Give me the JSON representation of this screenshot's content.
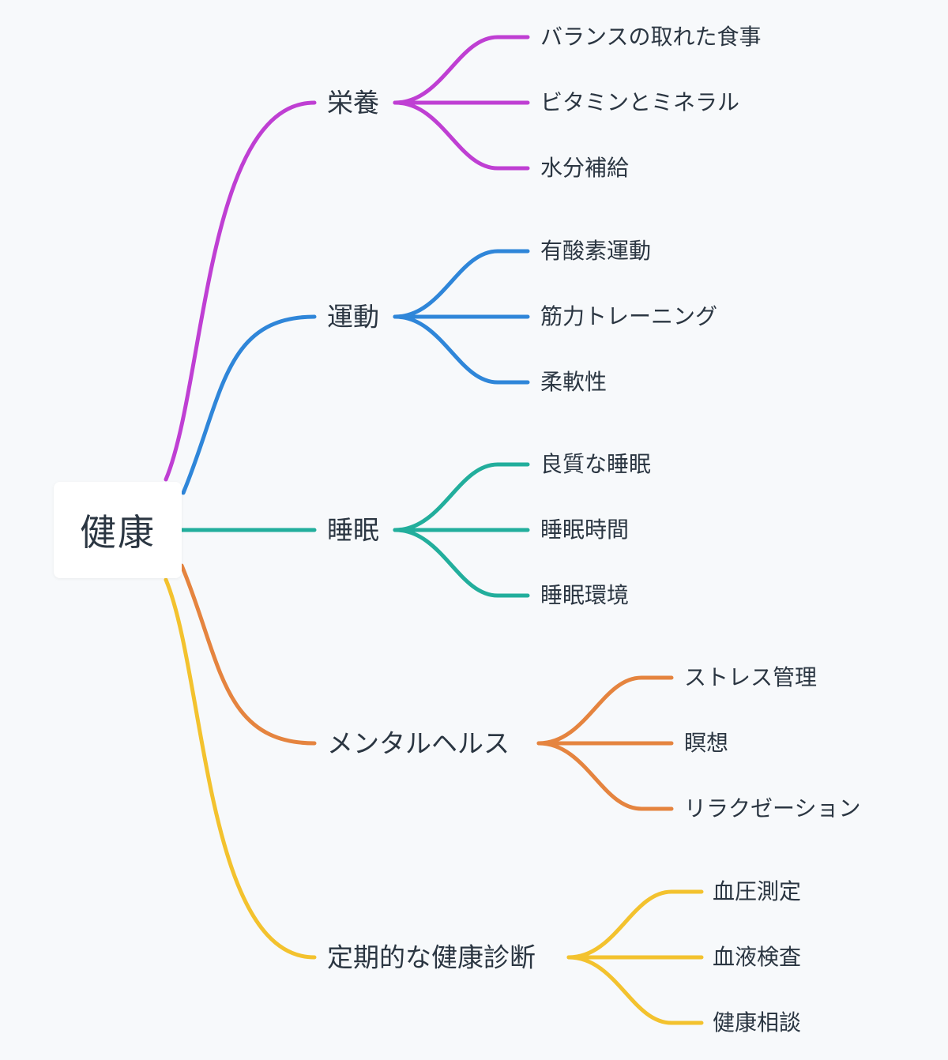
{
  "mindmap": {
    "root": "健康",
    "branches": [
      {
        "label": "栄養",
        "color": "#bf3fd3",
        "children": [
          "バランスの取れた食事",
          "ビタミンとミネラル",
          "水分補給"
        ]
      },
      {
        "label": "運動",
        "color": "#2f86d9",
        "children": [
          "有酸素運動",
          "筋力トレーニング",
          "柔軟性"
        ]
      },
      {
        "label": "睡眠",
        "color": "#22ae9c",
        "children": [
          "良質な睡眠",
          "睡眠時間",
          "睡眠環境"
        ]
      },
      {
        "label": "メンタルヘルス",
        "color": "#e5843f",
        "children": [
          "ストレス管理",
          "瞑想",
          "リラクゼーション"
        ]
      },
      {
        "label": "定期的な健康診断",
        "color": "#f3c22e",
        "children": [
          "血圧測定",
          "血液検査",
          "健康相談"
        ]
      }
    ]
  }
}
